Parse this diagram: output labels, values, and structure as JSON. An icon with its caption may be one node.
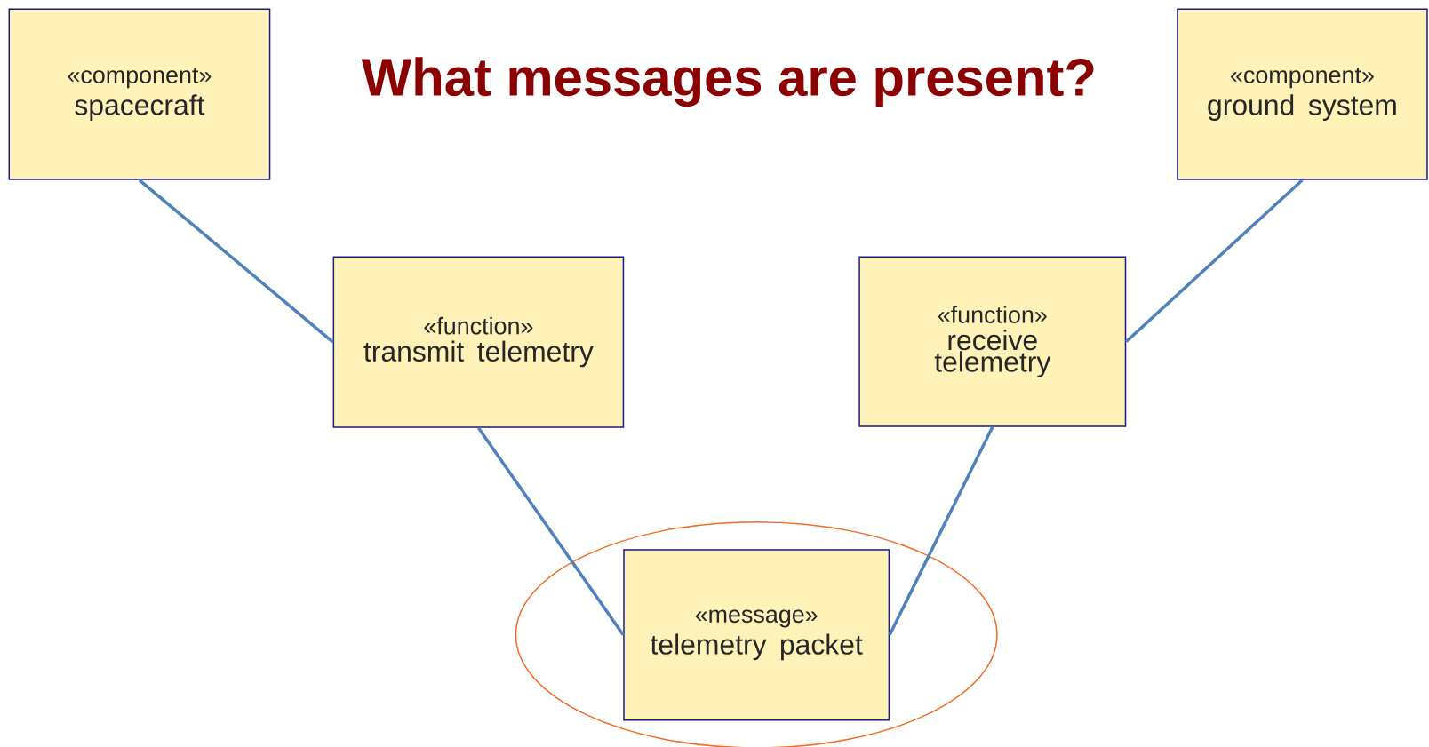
{
  "diagram": {
    "title": "What messages are present?",
    "nodes": [
      {
        "text": [
          "«component»",
          "spacecraft"
        ]
      },
      {
        "text": [
          "«component»",
          "ground system"
        ]
      },
      {
        "text": [
          "«function»",
          "transmit telemetry"
        ]
      },
      {
        "text": [
          "«function»",
          "receive telemetry"
        ]
      },
      {
        "text": [],
        "shape": "circle"
      },
      {
        "text": [
          "«message»",
          "telemetry packet"
        ],
        "in": 4
      }
    ],
    "edges": [
      {
        "from": 0,
        "to": 2,
        "arrow": "none"
      },
      {
        "from": 1,
        "to": 3,
        "arrow": "none"
      },
      {
        "from": 2,
        "to": 5,
        "arrow": "none"
      },
      {
        "from": 3,
        "to": 5,
        "arrow": "none"
      }
    ]
  }
}
